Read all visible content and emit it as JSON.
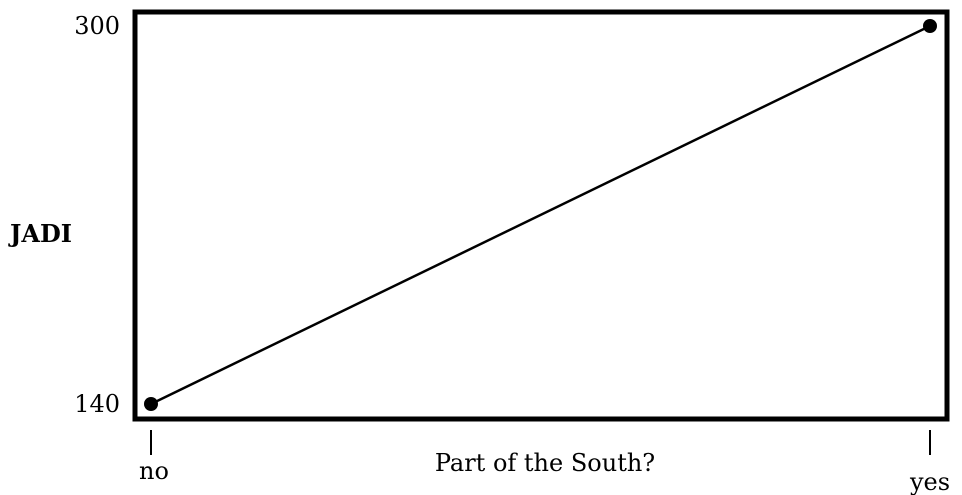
{
  "chart_data": {
    "type": "line",
    "title": "",
    "xlabel": "Part of the South?",
    "ylabel": "JADI",
    "categories": [
      "no",
      "yes"
    ],
    "ylim": [
      140,
      300
    ],
    "yticks": [
      140,
      300
    ],
    "ytick_labels": [
      "140",
      "300"
    ],
    "grid": false,
    "series": [
      {
        "values": [
          140,
          300
        ]
      }
    ],
    "colors": {
      "line": "#000000",
      "marker": "#000000",
      "frame": "#000000"
    }
  }
}
